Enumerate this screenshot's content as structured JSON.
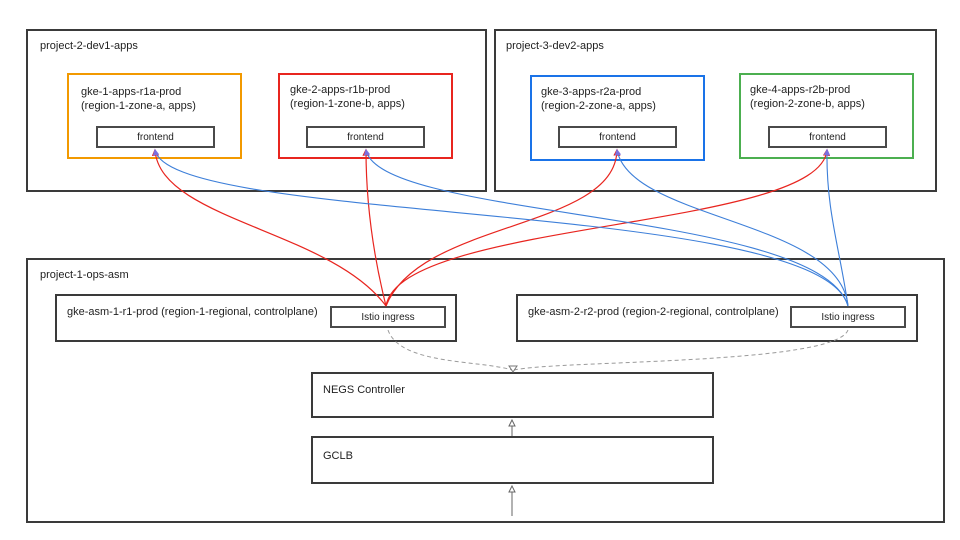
{
  "projects": {
    "dev1": {
      "label": "project-2-dev1-apps"
    },
    "dev2": {
      "label": "project-3-dev2-apps"
    },
    "ops": {
      "label": "project-1-ops-asm"
    }
  },
  "clusters": {
    "c1": {
      "line1": "gke-1-apps-r1a-prod",
      "line2": "(region-1-zone-a, apps)",
      "color": "#f29900"
    },
    "c2": {
      "line1": "gke-2-apps-r1b-prod",
      "line2": "(region-1-zone-b, apps)",
      "color": "#e8251f"
    },
    "c3": {
      "line1": "gke-3-apps-r2a-prod",
      "line2": "(region-2-zone-a, apps)",
      "color": "#1a73e8"
    },
    "c4": {
      "line1": "gke-4-apps-r2b-prod",
      "line2": "(region-2-zone-b, apps)",
      "color": "#4caf50"
    }
  },
  "frontend_label": "frontend",
  "asm": {
    "a1": {
      "label": "gke-asm-1-r1-prod (region-1-regional, controlplane)",
      "ingress": "Istio ingress"
    },
    "a2": {
      "label": "gke-asm-2-r2-prod (region-2-regional, controlplane)",
      "ingress": "Istio ingress"
    }
  },
  "negs": {
    "label": "NEGS Controller"
  },
  "gclb": {
    "label": "GCLB"
  },
  "edge_colors": {
    "red": "#e8251f",
    "blue": "#3d7fd9",
    "gray": "#9a9a9a"
  }
}
